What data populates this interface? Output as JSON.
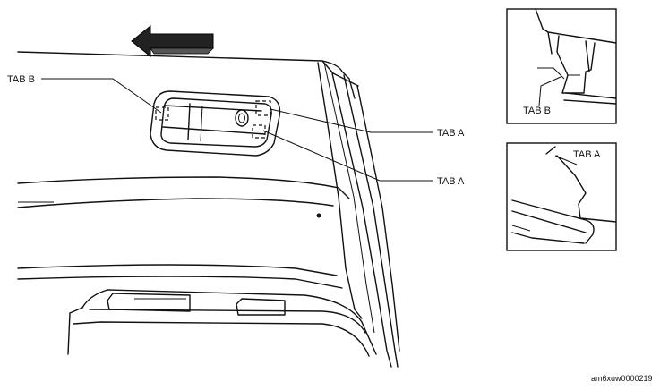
{
  "labels": {
    "tab_b_main": "TAB B",
    "tab_a_upper": "TAB A",
    "tab_a_lower": "TAB A",
    "inset_top_tab": "TAB B",
    "inset_bottom_tab": "TAB A"
  },
  "figure_code": "am6xuw0000219",
  "icons": [
    "direction-arrow-icon"
  ]
}
